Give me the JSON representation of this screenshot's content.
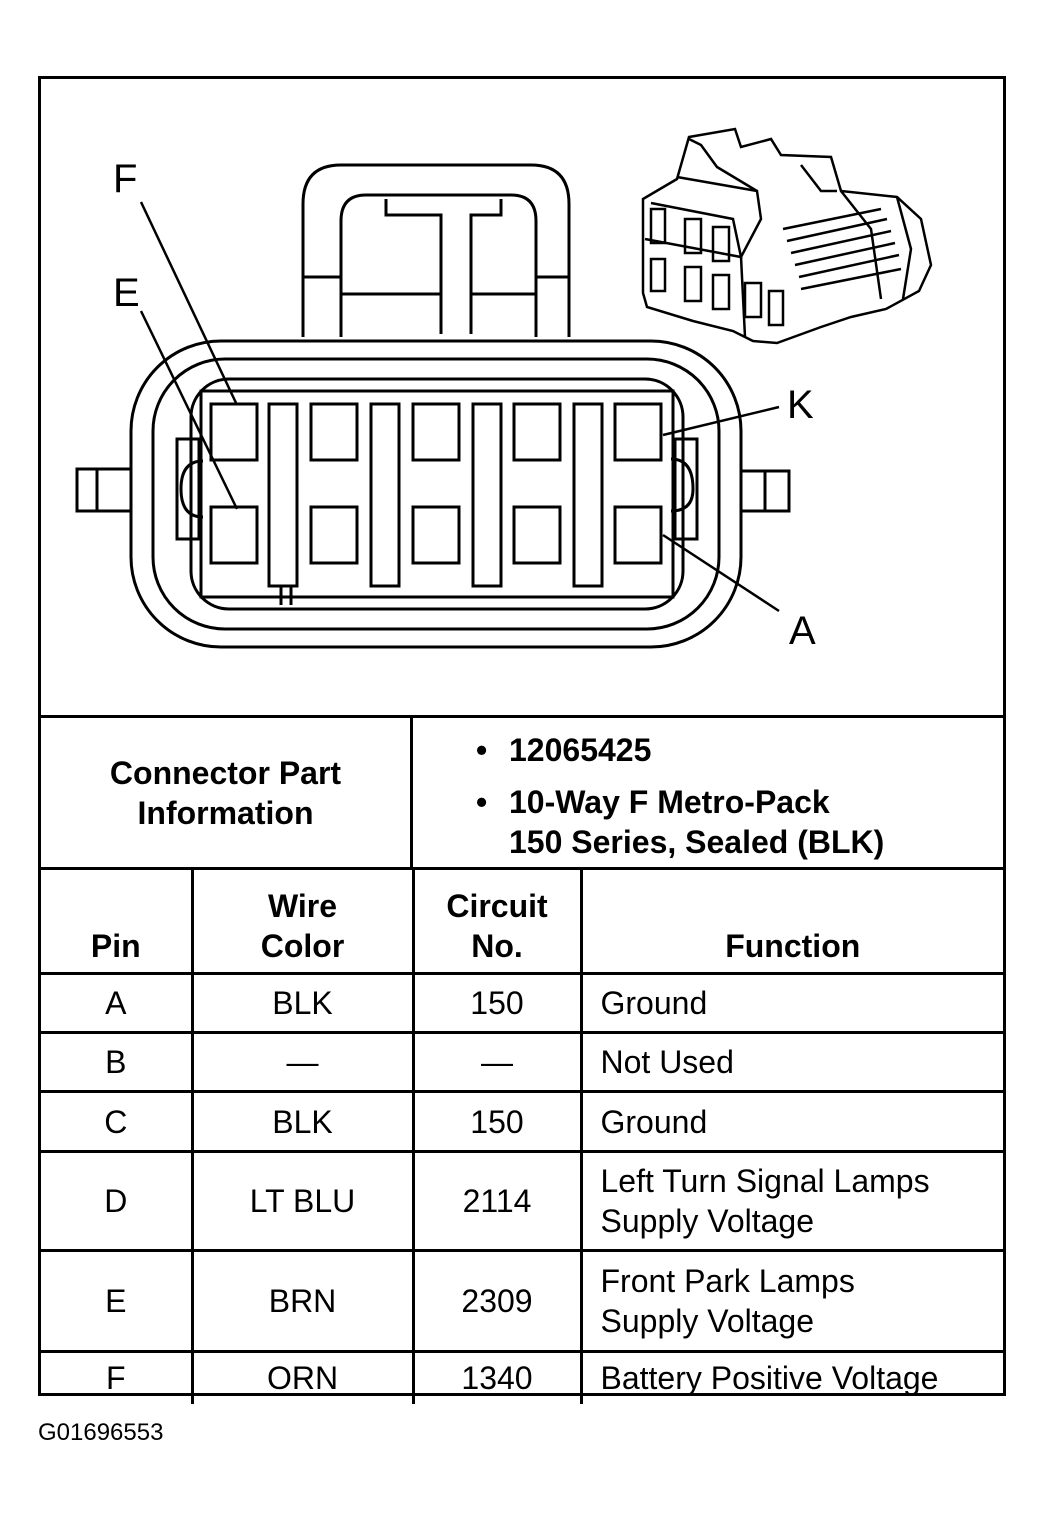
{
  "diagram": {
    "pin_labels": {
      "f": "F",
      "e": "E",
      "k": "K",
      "a": "A"
    }
  },
  "connector_info": {
    "heading_line1": "Connector Part",
    "heading_line2": "Information",
    "part_number": "12065425",
    "description_line1": "10-Way F Metro-Pack",
    "description_line2": "150 Series, Sealed (BLK)"
  },
  "table": {
    "headers": {
      "pin": "Pin",
      "wire_color_line1": "Wire",
      "wire_color_line2": "Color",
      "circuit_line1": "Circuit",
      "circuit_line2": "No.",
      "function": "Function"
    },
    "rows": [
      {
        "pin": "A",
        "wire_color": "BLK",
        "circuit": "150",
        "function_line1": "Ground",
        "function_line2": ""
      },
      {
        "pin": "B",
        "wire_color": "—",
        "circuit": "—",
        "function_line1": "Not Used",
        "function_line2": ""
      },
      {
        "pin": "C",
        "wire_color": "BLK",
        "circuit": "150",
        "function_line1": "Ground",
        "function_line2": ""
      },
      {
        "pin": "D",
        "wire_color": "LT BLU",
        "circuit": "2114",
        "function_line1": "Left Turn Signal Lamps",
        "function_line2": "Supply Voltage"
      },
      {
        "pin": "E",
        "wire_color": "BRN",
        "circuit": "2309",
        "function_line1": "Front Park Lamps",
        "function_line2": "Supply Voltage"
      },
      {
        "pin": "F",
        "wire_color": "ORN",
        "circuit": "1340",
        "function_line1": "Battery Positive Voltage",
        "function_line2": ""
      }
    ]
  },
  "figure_id": "G01696553"
}
